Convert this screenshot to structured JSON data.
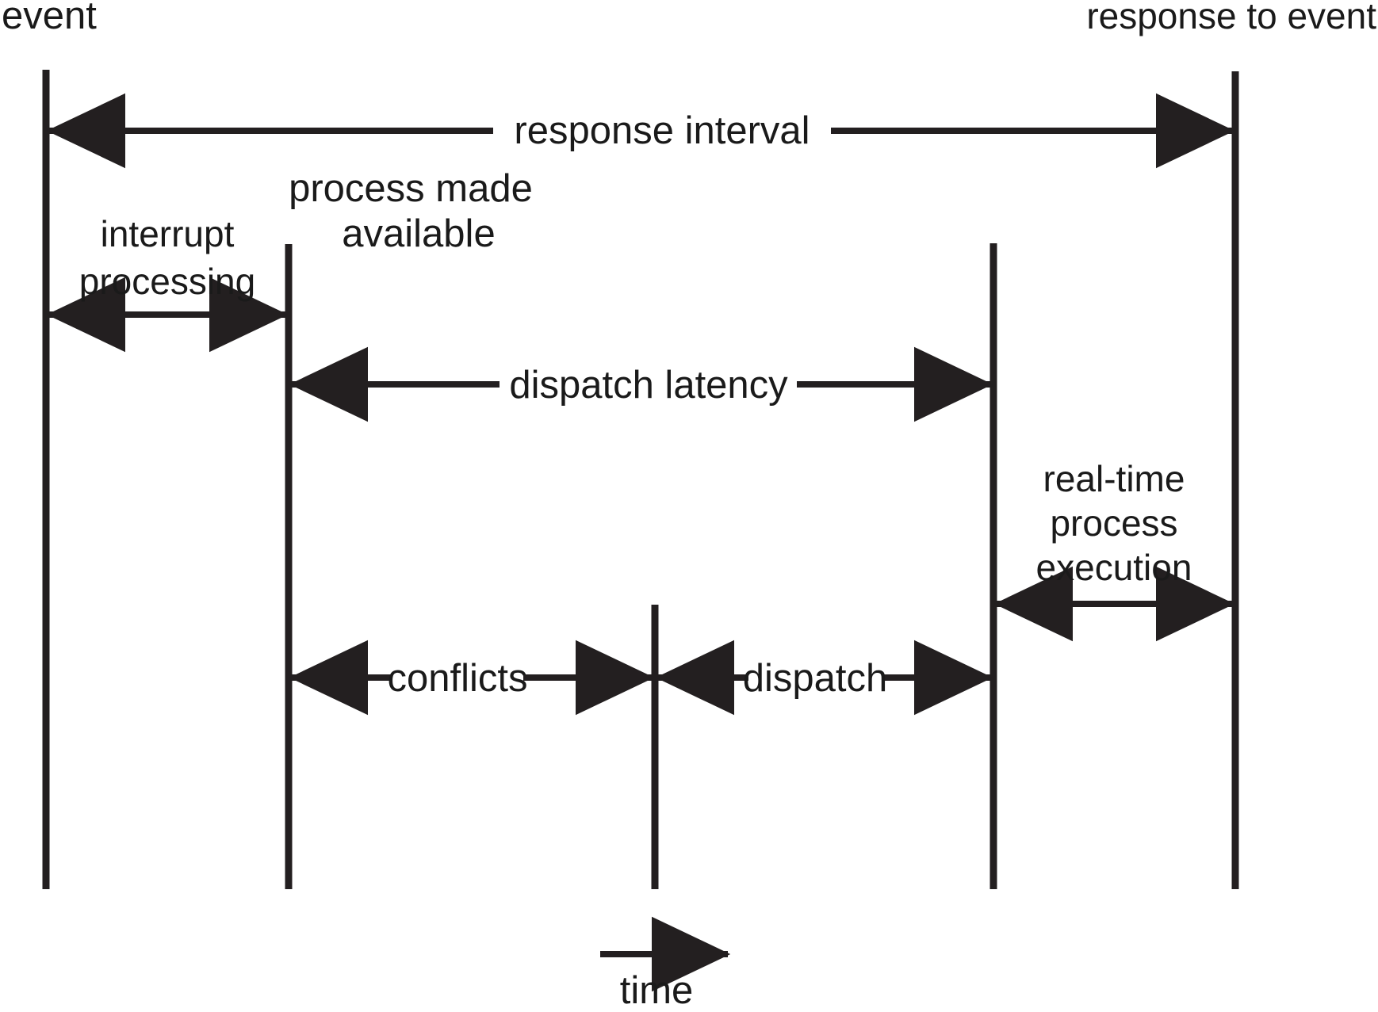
{
  "diagram": {
    "title": "Real-time system response interval timeline",
    "colors": {
      "stroke": "#231f20",
      "text": "#1a1a1a",
      "background": "#ffffff"
    },
    "endpoints": {
      "event": "event",
      "response_to_event": "response to event",
      "process_made_available_line1": "process made",
      "process_made_available_line2": "available"
    },
    "intervals": {
      "response_interval": "response interval",
      "interrupt_processing_line1": "interrupt",
      "interrupt_processing_line2": "processing",
      "dispatch_latency": "dispatch latency",
      "real_time_execution_line1": "real-time",
      "real_time_execution_line2": "process",
      "real_time_execution_line3": "execution",
      "conflicts": "conflicts",
      "dispatch": "dispatch"
    },
    "axis": {
      "time": "time"
    }
  }
}
